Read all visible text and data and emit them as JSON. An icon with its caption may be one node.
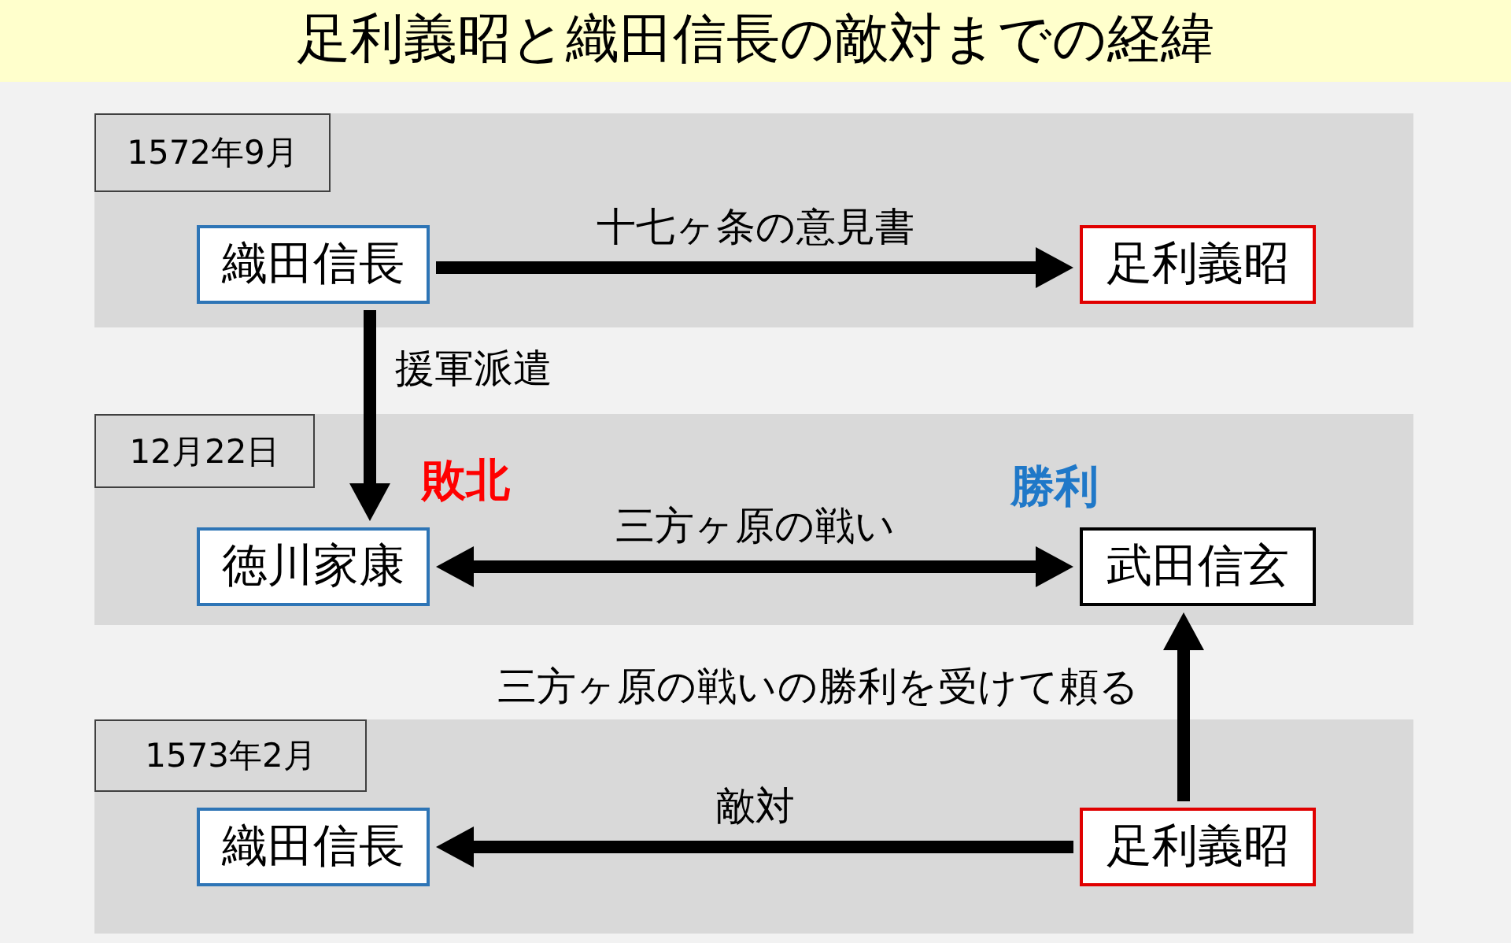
{
  "diagram": {
    "title": "足利義昭と織田信長の敵対までの経緯",
    "nodes": [
      {
        "text": [
          "1572年9月"
        ]
      },
      {
        "text": [
          "織田信長"
        ],
        "in": 0
      },
      {
        "text": [
          "足利義昭"
        ],
        "in": 0
      },
      {
        "text": [
          "12月22日"
        ]
      },
      {
        "text": [
          "徳川家康"
        ],
        "in": 3,
        "beside": [
          "敗北"
        ]
      },
      {
        "text": [
          "武田信玄"
        ],
        "in": 3,
        "beside": [
          "勝利"
        ]
      },
      {
        "text": [
          "1573年2月"
        ]
      },
      {
        "text": [
          "織田信長"
        ],
        "in": 6
      },
      {
        "text": [
          "足利義昭"
        ],
        "in": 6
      }
    ],
    "edges": [
      {
        "from": 1,
        "to": 2,
        "arrow": "to",
        "label": "十七ヶ条の意見書"
      },
      {
        "from": 1,
        "to": 4,
        "arrow": "to",
        "label": "援軍派遣"
      },
      {
        "from": 4,
        "to": 5,
        "arrow": "both",
        "label": "三方ヶ原の戦い"
      },
      {
        "from": 8,
        "to": 5,
        "arrow": "to",
        "label": "三方ヶ原の戦いの勝利を受けて頼る"
      },
      {
        "from": 8,
        "to": 7,
        "arrow": "to",
        "label": "敵対"
      }
    ]
  }
}
